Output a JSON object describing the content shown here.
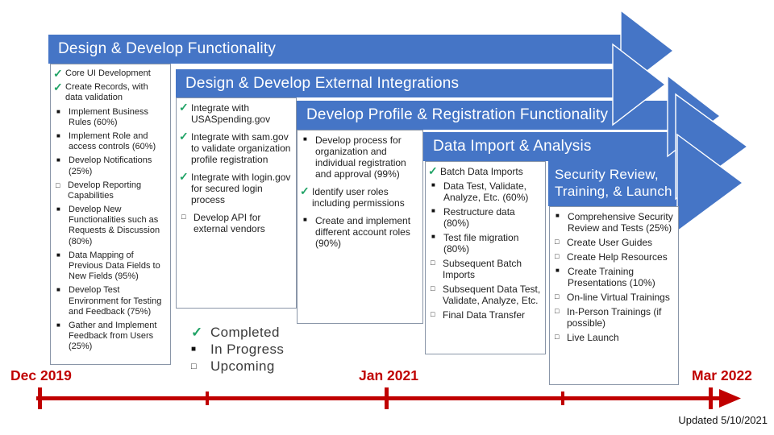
{
  "banners": [
    {
      "title": "Design & Develop Functionality",
      "tasks": [
        {
          "status": "completed",
          "text": "Core UI Development"
        },
        {
          "status": "completed",
          "text": "Create Records, with data validation"
        },
        {
          "status": "in_progress",
          "text": "Implement Business Rules (60%)"
        },
        {
          "status": "in_progress",
          "text": "Implement Role and access controls (60%)"
        },
        {
          "status": "in_progress",
          "text": "Develop Notifications (25%)"
        },
        {
          "status": "upcoming",
          "text": "Develop Reporting Capabilities"
        },
        {
          "status": "in_progress",
          "text": "Develop New Functionalities such as Requests & Discussion (80%)"
        },
        {
          "status": "in_progress",
          "text": "Data Mapping of Previous Data Fields to New Fields (95%)"
        },
        {
          "status": "in_progress",
          "text": "Develop Test Environment for Testing and Feedback (75%)"
        },
        {
          "status": "in_progress",
          "text": "Gather and Implement Feedback from Users (25%)"
        }
      ]
    },
    {
      "title": "Design & Develop External Integrations",
      "tasks": [
        {
          "status": "completed",
          "text": "Integrate with USASpending.gov"
        },
        {
          "status": "completed",
          "text": "Integrate with sam.gov to validate organization profile registration"
        },
        {
          "status": "completed",
          "text": "Integrate with login.gov for secured login process"
        },
        {
          "status": "upcoming",
          "text": "Develop API for external vendors"
        }
      ]
    },
    {
      "title": "Develop Profile & Registration Functionality",
      "tasks": [
        {
          "status": "in_progress",
          "text": "Develop process for organization and individual registration and approval (99%)"
        },
        {
          "status": "completed",
          "text": "Identify user roles including permissions"
        },
        {
          "status": "in_progress",
          "text": "Create and implement different account roles (90%)"
        }
      ]
    },
    {
      "title": "Data Import & Analysis",
      "tasks": [
        {
          "status": "completed",
          "text": "Batch Data Imports"
        },
        {
          "status": "in_progress",
          "text": "Data Test, Validate, Analyze, Etc. (60%)"
        },
        {
          "status": "in_progress",
          "text": "Restructure data (80%)"
        },
        {
          "status": "in_progress",
          "text": "Test file migration (80%)"
        },
        {
          "status": "upcoming",
          "text": "Subsequent Batch Imports"
        },
        {
          "status": "upcoming",
          "text": "Subsequent Data Test, Validate, Analyze, Etc."
        },
        {
          "status": "upcoming",
          "text": "Final Data Transfer"
        }
      ]
    },
    {
      "title": "Security Review, Training, & Launch",
      "tasks": [
        {
          "status": "in_progress",
          "text": "Comprehensive Security Review and Tests (25%)"
        },
        {
          "status": "upcoming",
          "text": "Create User Guides"
        },
        {
          "status": "upcoming",
          "text": "Create Help Resources"
        },
        {
          "status": "in_progress",
          "text": "Create Training Presentations (10%)"
        },
        {
          "status": "upcoming",
          "text": "On-line Virtual Trainings"
        },
        {
          "status": "upcoming",
          "text": "In-Person Trainings (if possible)"
        },
        {
          "status": "upcoming",
          "text": "Live Launch"
        }
      ]
    }
  ],
  "legend": {
    "completed": "Completed",
    "in_progress": "In Progress",
    "upcoming": "Upcoming"
  },
  "icons": {
    "completed": "✓",
    "in_progress": "■",
    "upcoming": "□"
  },
  "timeline": {
    "labels": [
      "Dec 2019",
      "Jan 2021",
      "Mar 2022"
    ],
    "updated": "Updated 5/10/2021"
  },
  "colors": {
    "banner_blue": "#4575C6",
    "check_green": "#21A366",
    "timeline_red": "#C00000",
    "box_border": "#8A96A8"
  }
}
